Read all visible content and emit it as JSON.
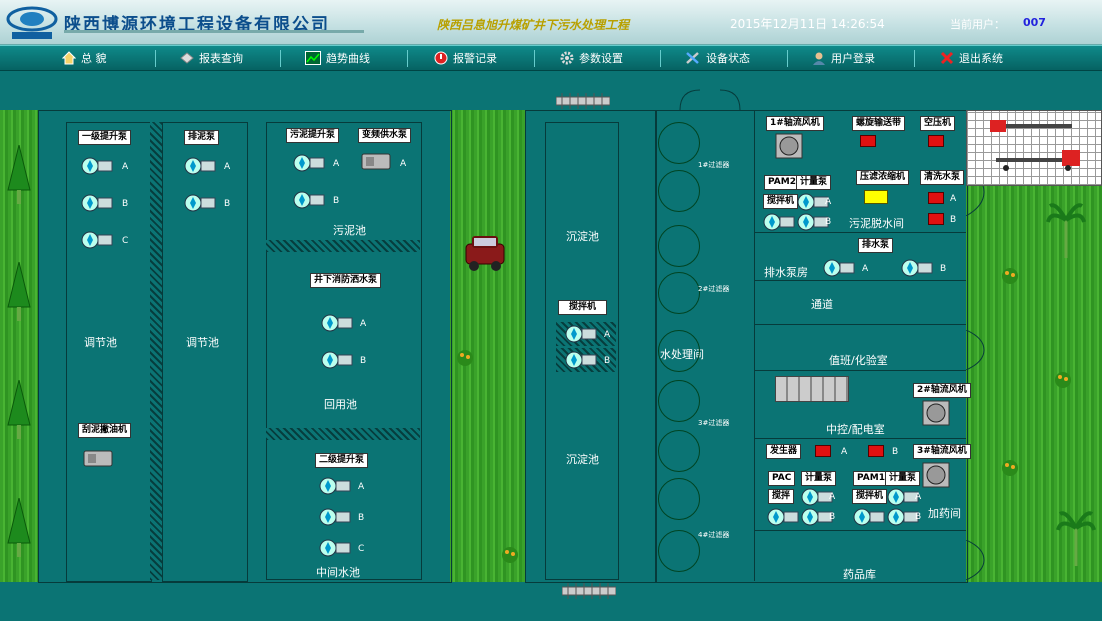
{
  "header": {
    "company": "陕西博源环境工程设备有限公司",
    "project": "陕西吕息旭升煤矿井下污水处理工程",
    "datetime": "2015年12月11日  14:26:54",
    "user_label": "当前用户：",
    "user_value": "007"
  },
  "menu": [
    {
      "label": "总  貌",
      "icon": "house-icon"
    },
    {
      "label": "报表查询",
      "icon": "report-icon"
    },
    {
      "label": "趋势曲线",
      "icon": "trend-icon"
    },
    {
      "label": "报警记录",
      "icon": "alarm-icon"
    },
    {
      "label": "参数设置",
      "icon": "gear-icon"
    },
    {
      "label": "设备状态",
      "icon": "tools-icon"
    },
    {
      "label": "用户登录",
      "icon": "user-icon"
    },
    {
      "label": "退出系统",
      "icon": "exit-icon"
    }
  ],
  "colors": {
    "bg": "#0b7474",
    "menu": "#087070",
    "accent_title": "#b8a000",
    "user_value": "#2222dd"
  },
  "plant": {
    "tiaojie1": "调节池",
    "tiaojie2": "调节池",
    "lift1": "一级提升泵",
    "mud_pump": "排泥泵",
    "sludge_lift": "污泥提升泵",
    "var_pump": "变频供水泵",
    "sludge_pool": "污泥池",
    "fire_pump": "井下消防洒水泵",
    "reuse_pool": "回用池",
    "lift2": "二级提升泵",
    "middle_pool": "中间水池",
    "scraper": "刮泥撇油机",
    "settle1": "沉淀池",
    "settle2": "沉淀池",
    "mixer": "搅拌机",
    "water_room": "水处理间",
    "filter1": "1#过滤器",
    "filter2": "2#过滤器",
    "filter3": "3#过滤器",
    "filter4": "4#过滤器",
    "fan1": "1#轴流风机",
    "conveyor": "螺旋输送带",
    "air_comp": "空压机",
    "pam2": "PAM2",
    "meter_pump1": "计量泵",
    "press": "压滤浓缩机",
    "wash_pump": "清洗水泵",
    "mixer2": "搅拌机",
    "dewater": "污泥脱水间",
    "drain_pump": "排水泵",
    "drain_room": "排水泵房",
    "corridor": "通道",
    "duty": "值班/化验室",
    "fan2": "2#轴流风机",
    "control": "中控/配电室",
    "generator": "发生器",
    "fan3": "3#轴流风机",
    "pac": "PAC",
    "meter_pump2": "计量泵",
    "pam1": "PAM1",
    "meter_pump3": "计量泵",
    "mixer3": "搅拌",
    "mixer4": "搅拌机",
    "dosing": "加药间",
    "storage": "药品库",
    "A": "A",
    "B": "B",
    "C": "C"
  }
}
